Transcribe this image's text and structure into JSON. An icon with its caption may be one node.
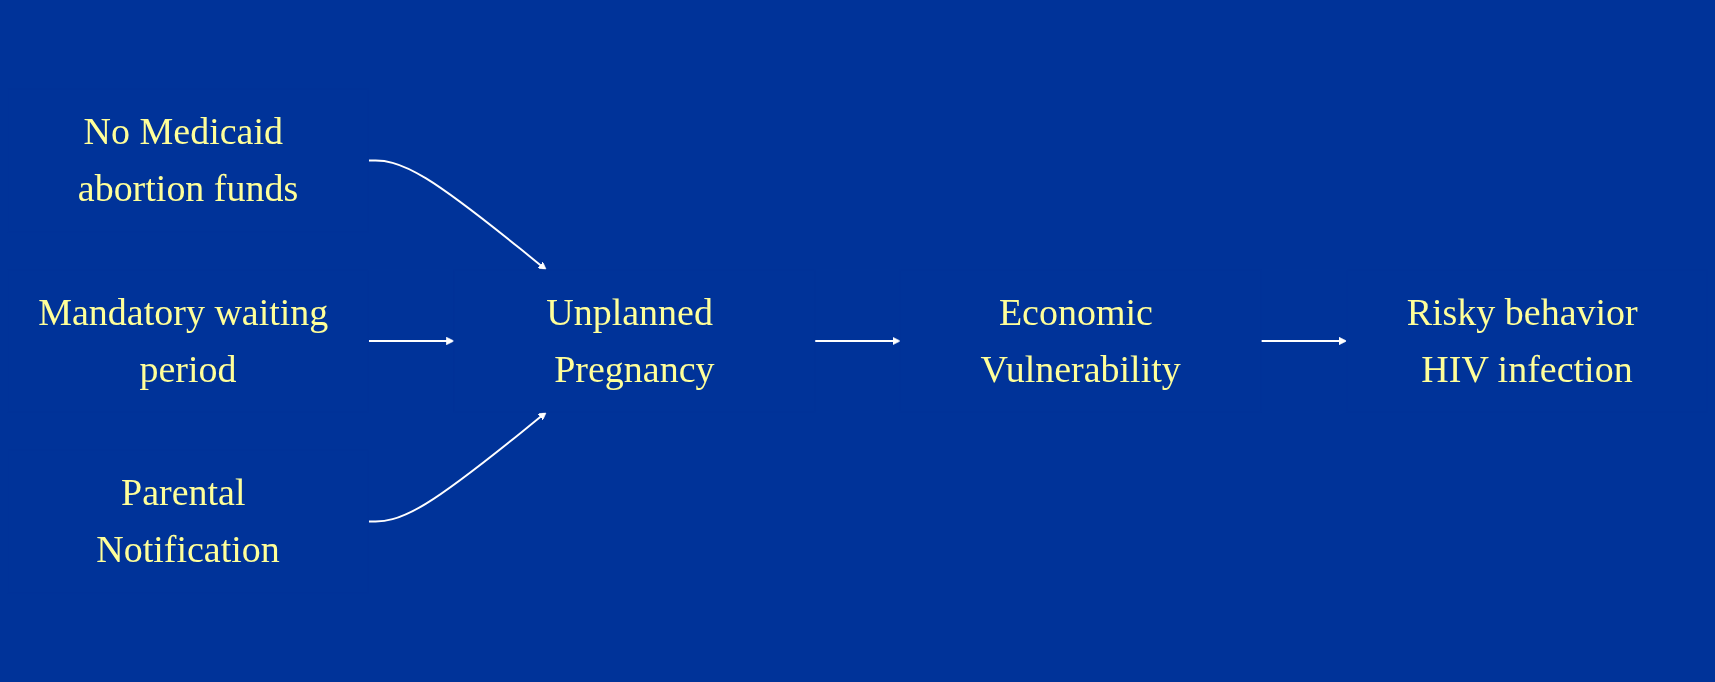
{
  "diagram": {
    "nodes": [
      {
        "text": [
          "No Medicaid abortion funds"
        ]
      },
      {
        "text": [
          "Mandatory waiting period"
        ]
      },
      {
        "text": [
          "Unplanned Pregnancy"
        ]
      },
      {
        "text": [
          "Economic Vulnerability"
        ]
      },
      {
        "text": [
          "Risky behavior HIV infection"
        ]
      },
      {
        "text": [
          "Parental Notification"
        ]
      }
    ],
    "edges": [
      {
        "from": 0,
        "to": 2,
        "arrow": "to"
      },
      {
        "from": 1,
        "to": 2,
        "arrow": "to"
      },
      {
        "from": 5,
        "to": 2,
        "arrow": "to"
      },
      {
        "from": 2,
        "to": 3,
        "arrow": "to"
      },
      {
        "from": 3,
        "to": 4,
        "arrow": "to"
      }
    ]
  }
}
